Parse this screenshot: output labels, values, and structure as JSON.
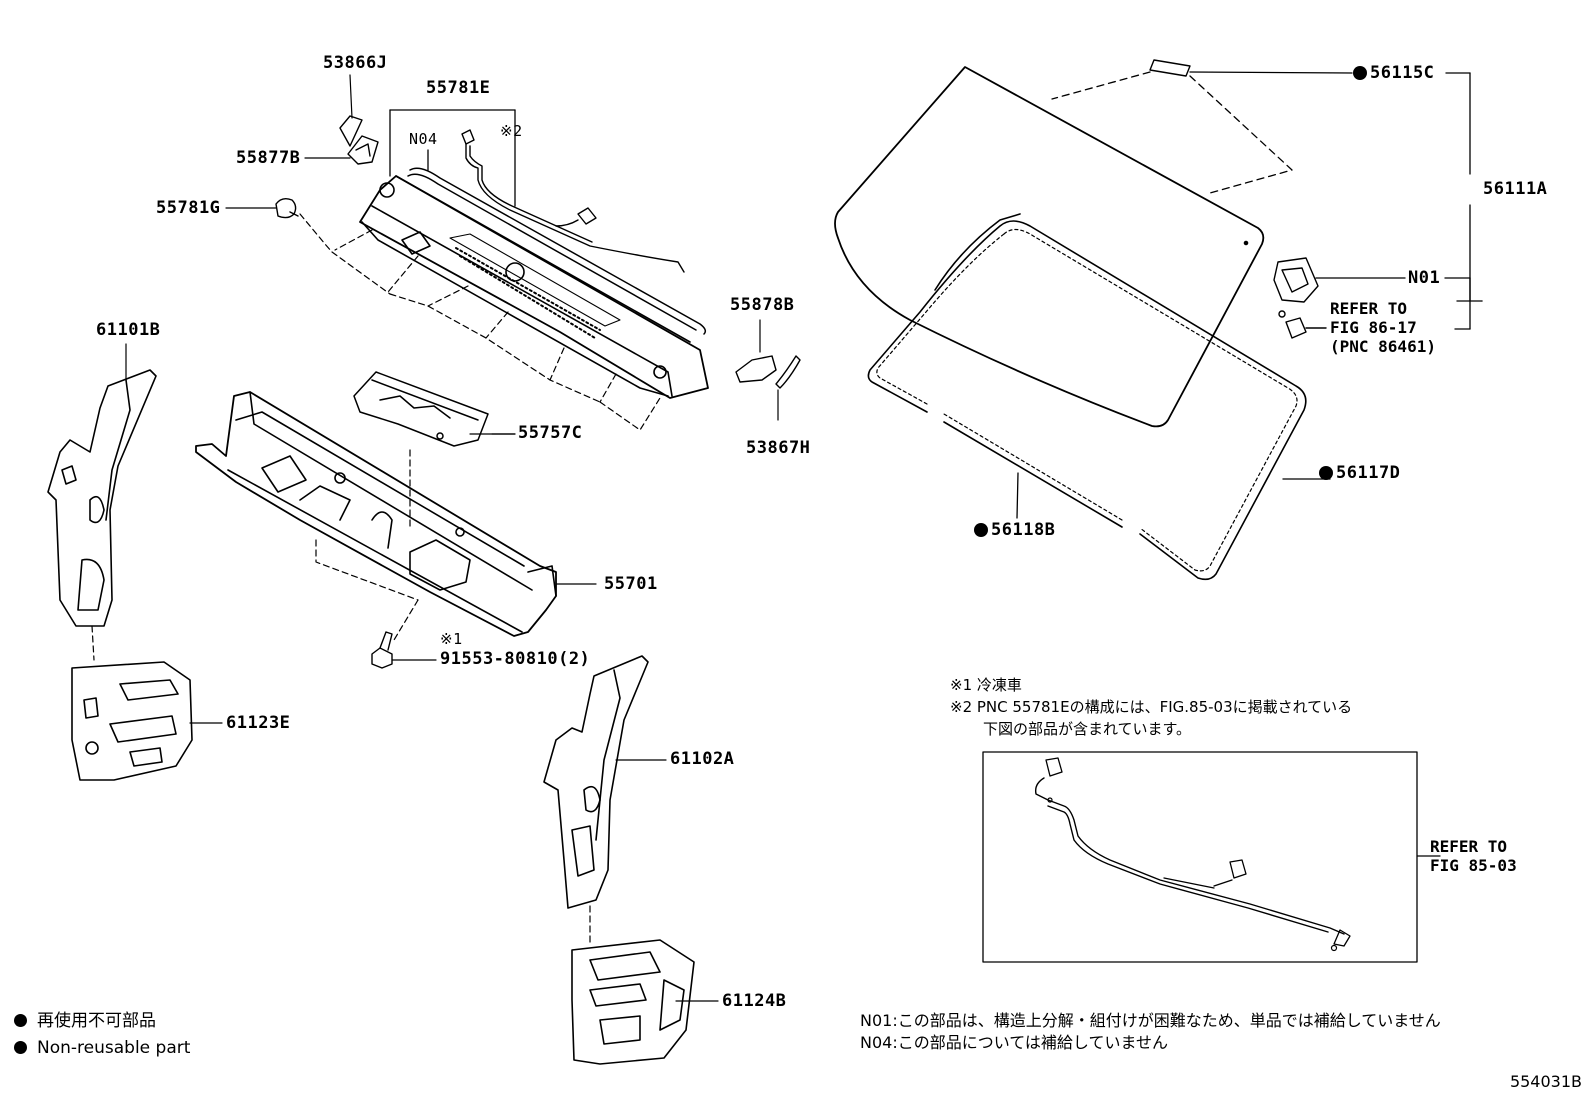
{
  "parts": {
    "p53866J": "53866J",
    "p55781E": "55781E",
    "pN04": "N04",
    "pMark2": "※2",
    "p55877B": "55877B",
    "p55781G": "55781G",
    "p61101B": "61101B",
    "p55878B": "55878B",
    "p55757C": "55757C",
    "p53867H": "53867H",
    "p55701": "55701",
    "pMark1": "※1",
    "p91553": "91553-80810(2)",
    "p61123E": "61123E",
    "p61102A": "61102A",
    "p61124B": "61124B",
    "p56115C": "56115C",
    "p56111A": "56111A",
    "pN01": "N01",
    "p56117D": "56117D",
    "p56118B": "56118B"
  },
  "refer_86": [
    "REFER TO",
    "FIG 86-17",
    "(PNC 86461)"
  ],
  "refer_85": [
    "REFER TO",
    "FIG 85-03"
  ],
  "notes": {
    "n1": "※1 冷凍車",
    "n2a": "※2 PNC 55781Eの構成には、FIG.85-03に掲載されている",
    "n2b": "下図の部品が含まれています。",
    "n01": "N01:この部品は、構造上分解・組付けが困難なため、単品では補給していません",
    "n04": "N04:この部品については補給していません"
  },
  "legend": {
    "jp": "再使用不可部品",
    "en": "Non-reusable part"
  },
  "figure_number": "554031B",
  "colors": {
    "ink": "#000000",
    "paper": "#ffffff"
  }
}
